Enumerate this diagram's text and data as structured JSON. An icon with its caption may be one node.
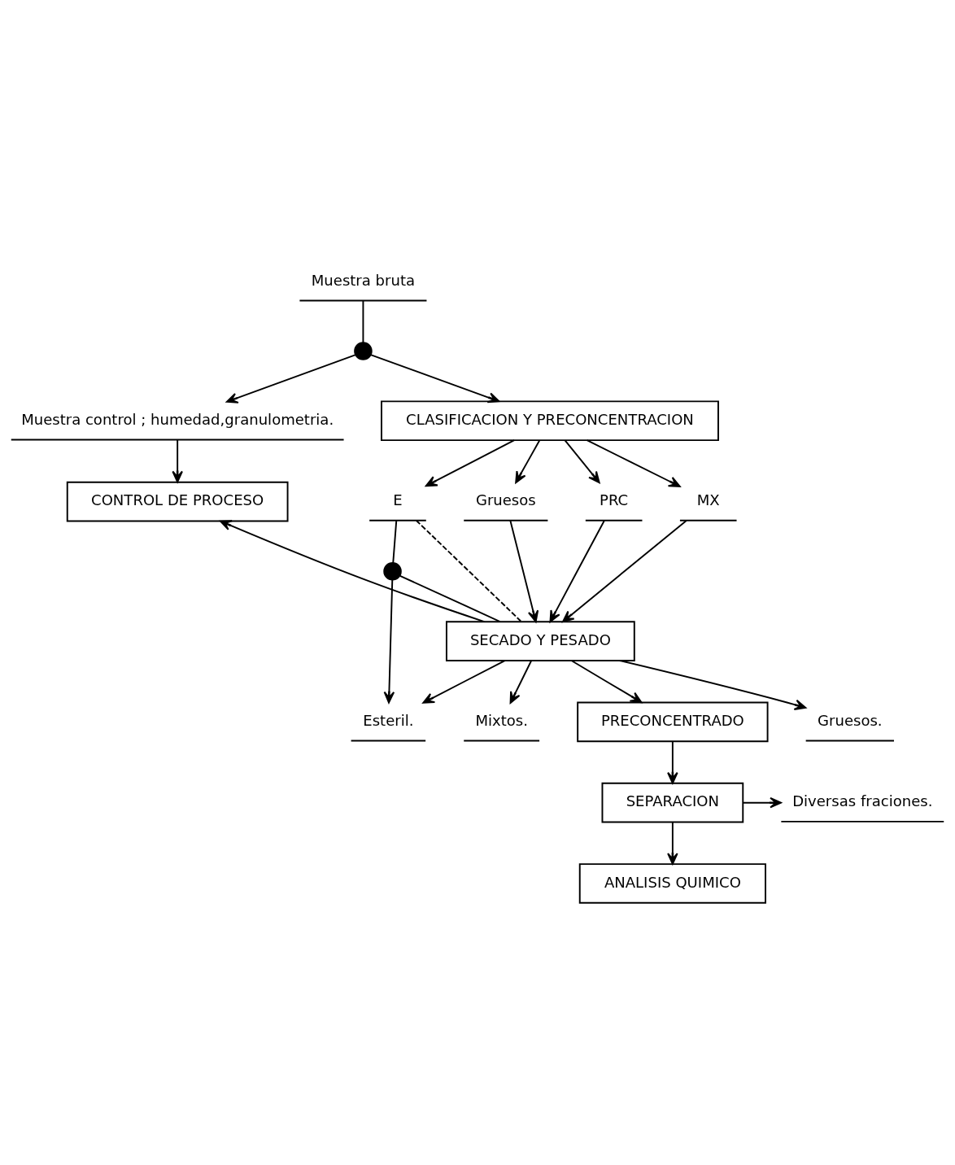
{
  "diagram": {
    "nodes": [
      {
        "text": [
          "Muestra bruta"
        ]
      },
      {
        "text": [],
        "shape": "circle"
      },
      {
        "text": [
          "Muestra control ; humedad,granulometria."
        ]
      },
      {
        "text": [
          "CLASIFICACION Y PRECONCENTRACION"
        ]
      },
      {
        "text": [
          "CONTROL DE PROCESO"
        ]
      },
      {
        "text": [
          "PRC"
        ]
      },
      {
        "text": [
          "MX"
        ]
      },
      {
        "text": [
          "E"
        ]
      },
      {
        "text": [
          "Gruesos"
        ]
      },
      {
        "text": [
          "SECADO Y PESADO"
        ]
      },
      {
        "text": [],
        "shape": "circle"
      },
      {
        "text": [
          "Gruesos."
        ]
      },
      {
        "text": [
          "Esteril."
        ]
      },
      {
        "text": [
          "Mixtos."
        ]
      },
      {
        "text": [
          "PRECONCENTRADO"
        ]
      },
      {
        "text": [
          "SEPARACION"
        ]
      },
      {
        "text": [
          "Diversas fraciones."
        ]
      },
      {
        "text": [
          "ANALISIS QUIMICO"
        ]
      }
    ],
    "edges": [
      {
        "from": 0,
        "to": 1,
        "arrow": "none"
      },
      {
        "from": 1,
        "to": 2,
        "arrow": "to"
      },
      {
        "from": 1,
        "to": 3,
        "arrow": "to"
      },
      {
        "from": 2,
        "to": 4,
        "arrow": "to"
      },
      {
        "from": 3,
        "to": 5,
        "arrow": "to"
      },
      {
        "from": 3,
        "to": 6,
        "arrow": "to"
      },
      {
        "from": 3,
        "to": 7,
        "arrow": "to"
      },
      {
        "from": 3,
        "to": 8,
        "arrow": "to"
      },
      {
        "from": 5,
        "to": 9,
        "arrow": "to"
      },
      {
        "from": 6,
        "to": 9,
        "arrow": "to"
      },
      {
        "from": 8,
        "to": 9,
        "arrow": "to"
      },
      {
        "from": 7,
        "to": 10,
        "arrow": "none"
      },
      {
        "from": 7,
        "to": 9,
        "arrow": "none",
        "style": "dashed"
      },
      {
        "from": 10,
        "to": 9,
        "arrow": "none"
      },
      {
        "from": 10,
        "to": 12,
        "arrow": "to"
      },
      {
        "from": 9,
        "to": 4,
        "arrow": "to"
      },
      {
        "from": 9,
        "to": 11,
        "arrow": "to"
      },
      {
        "from": 9,
        "to": 12,
        "arrow": "to"
      },
      {
        "from": 9,
        "to": 13,
        "arrow": "to"
      },
      {
        "from": 9,
        "to": 14,
        "arrow": "to"
      },
      {
        "from": 14,
        "to": 15,
        "arrow": "to"
      },
      {
        "from": 15,
        "to": 16,
        "arrow": "to"
      },
      {
        "from": 15,
        "to": 17,
        "arrow": "to"
      }
    ]
  }
}
